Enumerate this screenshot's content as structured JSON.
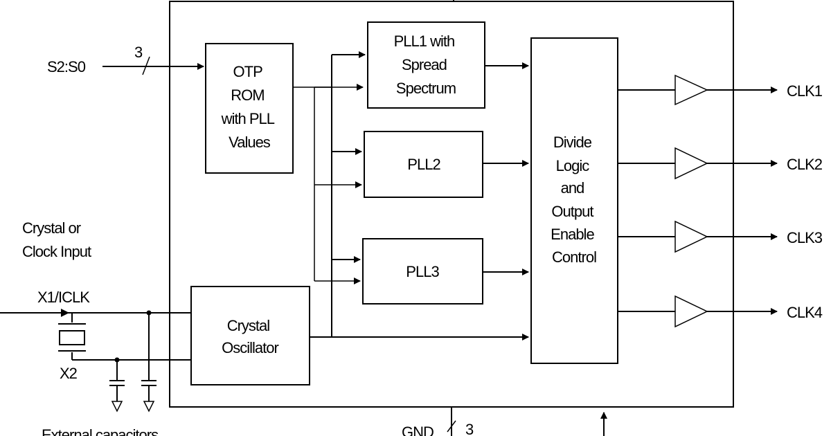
{
  "blocks": {
    "otp_rom": [
      "OTP",
      "ROM",
      "with PLL",
      "Values"
    ],
    "pll1": [
      "PLL1 with",
      "Spread",
      "Spectrum"
    ],
    "pll2": [
      "PLL2"
    ],
    "pll3": [
      "PLL3"
    ],
    "divide_logic": [
      "Divide",
      "Logic",
      "and",
      "Output",
      "Enable",
      "Control"
    ],
    "crystal_osc": [
      "Crystal",
      "Oscillator"
    ]
  },
  "pins": {
    "select": "S2:S0",
    "select_bus_width": "3",
    "crystal_input_caption": [
      "Crystal or",
      "Clock Input"
    ],
    "x1": "X1/ICLK",
    "x2": "X2",
    "external_caps": "External capacitors",
    "gnd": "GND",
    "gnd_bus_width": "3",
    "outputs": [
      "CLK1",
      "CLK2",
      "CLK3",
      "CLK4"
    ]
  }
}
